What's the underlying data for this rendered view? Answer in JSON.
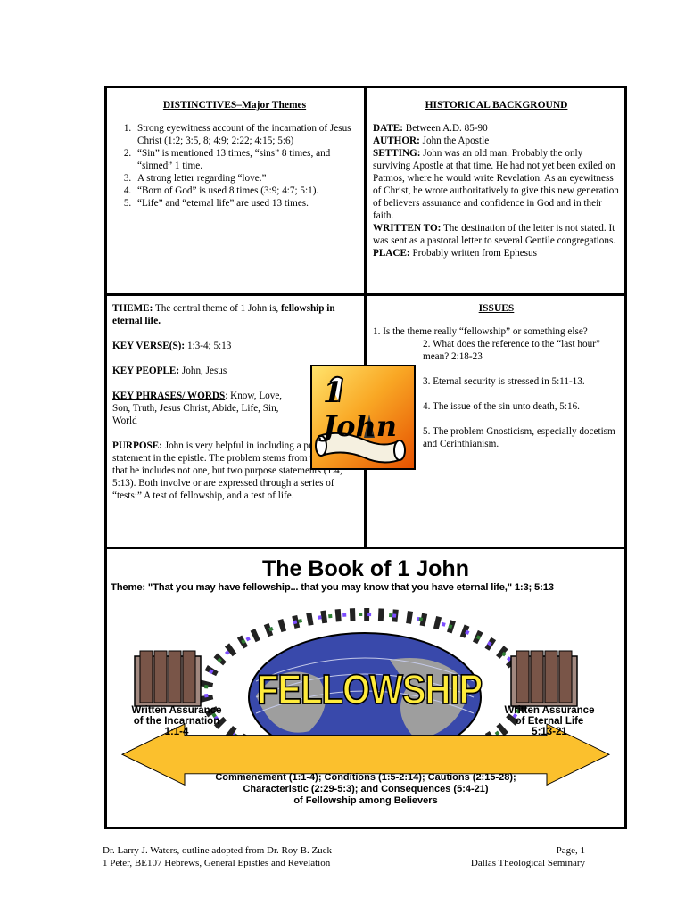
{
  "distinctives": {
    "heading": "DISTINCTIVES–Major Themes",
    "items": [
      "Strong eyewitness account of the incarnation of Jesus Christ (1:2; 3:5, 8; 4:9; 2:22; 4:15; 5:6)",
      "“Sin” is mentioned 13 times, “sins” 8 times, and “sinned” 1 time.",
      "A strong letter regarding “love.”",
      "“Born of God” is used 8 times (3:9; 4:7; 5:1).",
      "“Life” and “eternal life” are used 13 times."
    ]
  },
  "historical": {
    "heading": "HISTORICAL BACKGROUND",
    "date_label": "DATE:",
    "date_value": " Between A.D. 85-90",
    "author_label": "AUTHOR:",
    "author_value": " John the Apostle",
    "setting_label": "SETTING:",
    "setting_value": " John was an old man. Probably the only surviving Apostle at that time. He had not yet been exiled on Patmos, where he would write Revelation. As an eyewitness of Christ, he wrote authoritatively to give this new generation of believers assurance and confidence in God and in their faith.",
    "written_label": "WRITTEN TO:",
    "written_value": " The destination of the letter is not stated. It was sent as a pastoral letter to several Gentile congregations.",
    "place_label": "PLACE:",
    "place_value": " Probably written from Ephesus"
  },
  "theme_box": {
    "theme_label": "THEME:",
    "theme_value": " The central theme of 1 John is, ",
    "theme_bold": "fellowship in eternal life.",
    "verses_label": "KEY VERSE(S):",
    "verses_value": " 1:3-4; 5:13",
    "people_label": "KEY PEOPLE:",
    "people_value": " John, Jesus",
    "phrases_label": "KEY PHRASES/ WORDS",
    "phrases_value": ": Know, Love, Son, Truth, Jesus Christ, Abide, Life, Sin, World",
    "purpose_label": "PURPOSE:",
    "purpose_value": " John is very helpful in including a purpose statement in the epistle.  The problem stems from the fact that he includes not one, but two purpose statements (1:4; 5:13).  Both involve or are expressed through a series of “tests:” A test of fellowship, and a test of life."
  },
  "issues": {
    "heading": "ISSUES",
    "i1": "1.    Is the theme really “fellowship” or something else?",
    "i2": "2.    What does the reference to the “last hour” mean? 2:18-23",
    "i3": "3.    Eternal security is stressed in 5:11-13.",
    "i4": "4. The issue of the sin unto death, 5:16.",
    "i5": "5. The problem Gnosticism, especially docetism and Cerinthianism."
  },
  "logo": {
    "text": "1 John"
  },
  "chart": {
    "title": "The Book of 1 John",
    "theme": "Theme: \"That you may have fellowship... that you may know that you have eternal life,\" 1:3; 5:13",
    "center": "FELLOWSHIP",
    "left_label_1": "Written Assurance",
    "left_label_2": "of the Incarnation",
    "left_label_3": "1:1-4",
    "right_label_1": "Written Assurance",
    "right_label_2": "of Eternal Life",
    "right_label_3": "5:13-21",
    "arrow_1": "Commencment (1:1-4); Conditions (1:5-2:14); Cautions (2:15-28);",
    "arrow_2": "Characteristic  (2:29-5:3); and Consequences (5:4-21)",
    "arrow_3": "of Fellowship among Believers"
  },
  "footer": {
    "left_1": "Dr. Larry J. Waters, outline adopted from Dr. Roy B. Zuck",
    "left_2": "1 Peter, BE107 Hebrews, General Epistles and Revelation",
    "right_1": "Page, 1",
    "right_2": "Dallas Theological Seminary"
  }
}
